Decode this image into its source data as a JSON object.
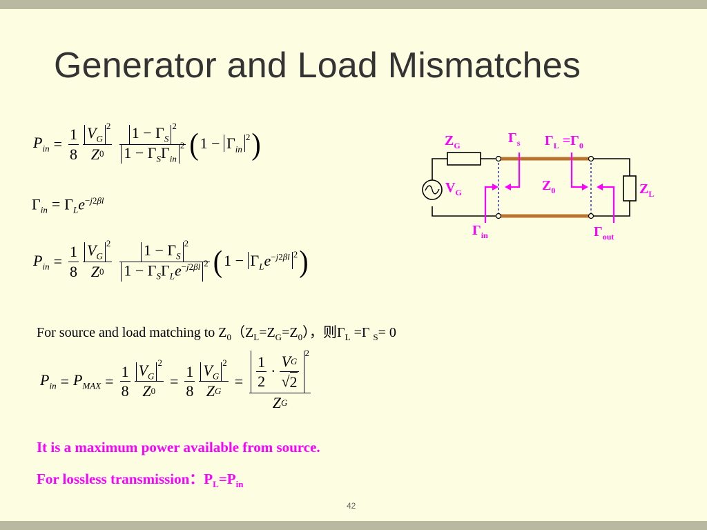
{
  "slide": {
    "title": "Generator and Load Mismatches",
    "page_number": "42"
  },
  "formulas": {
    "pin_label": "P",
    "in_sub": "in",
    "eighth_num": "1",
    "eighth_den": "8",
    "eq1_text": "Pin = (1/8)(|VG|²/Z0)(|1−ΓS|²/|1−ΓSΓin|²)(1−|Γin|²)",
    "eq2_text": "Γin = ΓL e^(−j2βl)",
    "eq3_text": "Pin = (1/8)(|VG|²/Z0)(|1−ΓS|²/|1−ΓSΓL e^(−j2βl)|²)(1−|ΓL e^(−j2βl)|²)",
    "eq4_text": "Pin = PMAX = (1/8)|VG|²/Z0 = (1/8)|VG|²/ZG = |(1/2)·VG/√2|²/ZG"
  },
  "text": {
    "matching_prefix": "For source and load matching to Z",
    "matching_zero_sub": "0",
    "matching_open": "（Z",
    "matching_L": "L",
    "matching_eq1": "=Z",
    "matching_G": "G",
    "matching_eq2": "=Z",
    "matching_0b": "0",
    "matching_close": "），则Γ",
    "matching_L2": "L",
    "matching_eq3": " =Γ ",
    "matching_S": "S",
    "matching_end": "= 0",
    "max_power": "It is a maximum power available from source.",
    "lossless_prefix": "For lossless transmission：P",
    "lossless_L": "L",
    "lossless_eq": "=P",
    "lossless_in": "in"
  },
  "circuit": {
    "zg": "Z",
    "zg_sub": "G",
    "gs": "Γ",
    "gs_sub": "s",
    "gl": "Γ",
    "gl_sub": "L",
    "gl_eq": " =Γ",
    "gl_sub2": "0",
    "vg": "V",
    "vg_sub": "G",
    "z0": "Z",
    "z0_sub": "0",
    "zl": "Z",
    "zl_sub": "L",
    "gin": "Γ",
    "gin_sub": "in",
    "gout": "Γ",
    "gout_sub": "out",
    "colors": {
      "line": "#b8742e",
      "label": "#ff00ff",
      "wire": "#000000",
      "dashed": "#2222cc"
    }
  }
}
